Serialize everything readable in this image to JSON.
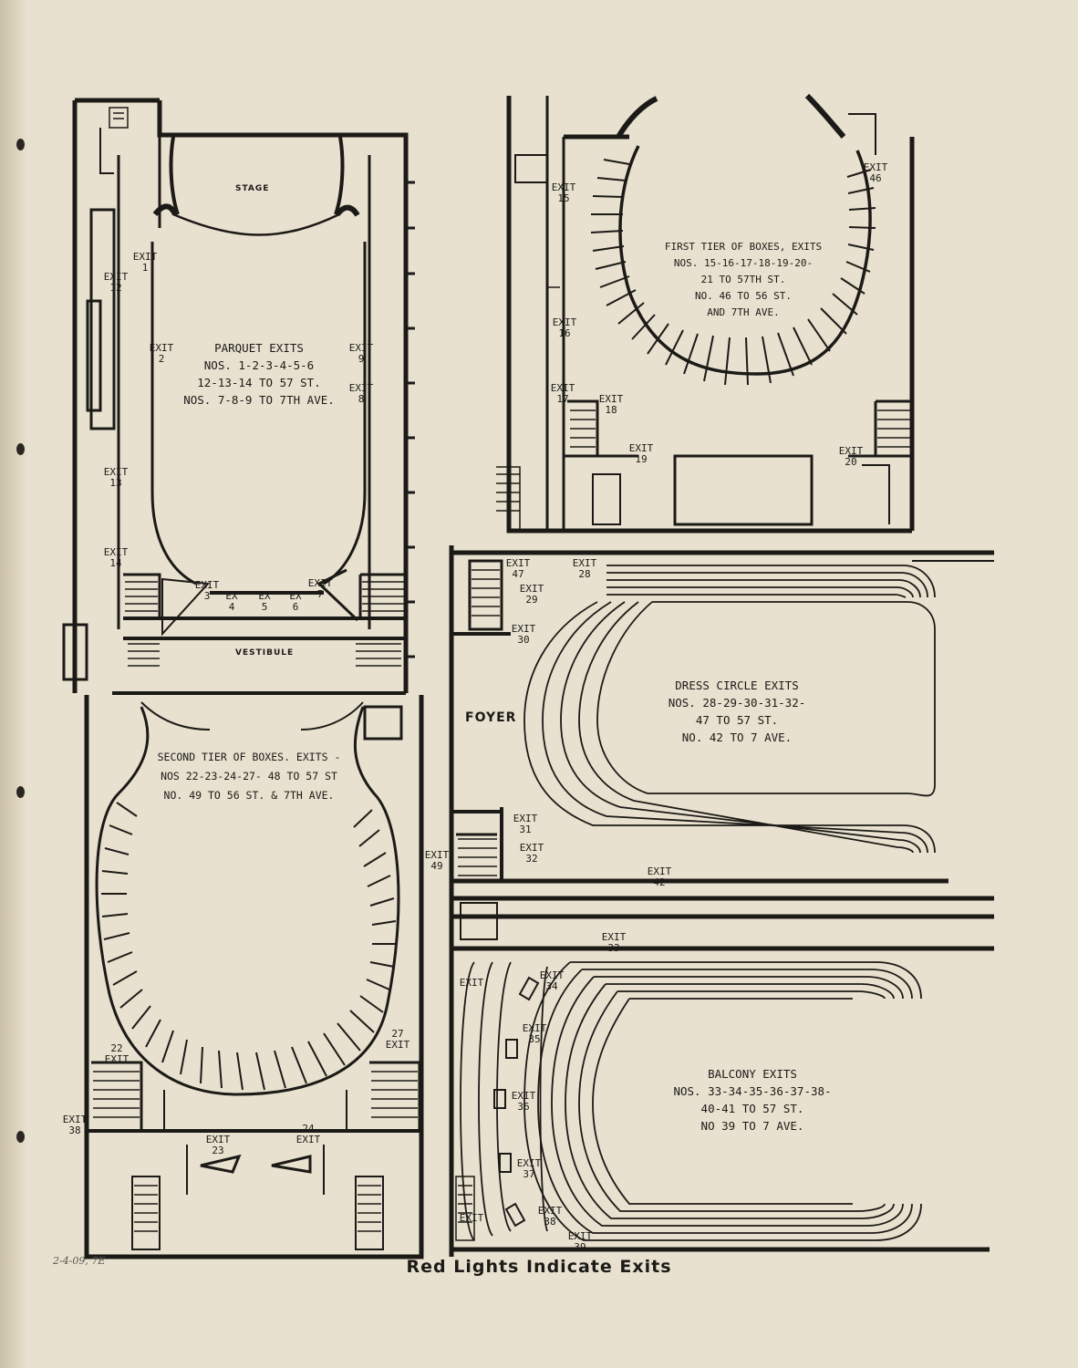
{
  "rooms": {
    "stage": "STAGE",
    "vestibule": "VESTIBULE",
    "foyer": "FOYER"
  },
  "sections": {
    "parquet": {
      "title": "PARQUET EXITS",
      "line1": "NOS. 1-2-3-4-5-6",
      "line2": "12-13-14 TO 57 ST.",
      "line3": "NOS. 7-8-9 TO 7TH AVE."
    },
    "first_tier": {
      "title": "FIRST TIER OF BOXES, EXITS",
      "line1": "NOS. 15-16-17-18-19-20-",
      "line2": "21 TO 57TH ST.",
      "line3": "NO. 46 TO 56 ST.",
      "line4": "AND 7TH AVE."
    },
    "second_tier": {
      "title": "SECOND TIER OF BOXES. EXITS -",
      "line1": "NOS 22-23-24-27- 48 TO 57 ST",
      "line2": "NO. 49 TO 56 ST. & 7TH AVE."
    },
    "dress_circle": {
      "title": "DRESS CIRCLE EXITS",
      "line1": "NOS. 28-29-30-31-32-",
      "line2": "47 TO 57 ST.",
      "line3": "NO. 42 TO 7 AVE."
    },
    "balcony": {
      "title": "BALCONY EXITS",
      "line1": "NOS. 33-34-35-36-37-38-",
      "line2": "40-41 TO 57 ST.",
      "line3": "NO 39 TO 7 AVE."
    }
  },
  "exits": {
    "e1": "EXIT 1",
    "e2": "EXIT 2",
    "e3": "EXIT 3",
    "e4": "EX 4",
    "e5": "EX 5",
    "e6": "EX 6",
    "e7": "EXIT 7",
    "e8": "EXIT 8",
    "e9": "EXIT 9",
    "e12": "EXIT 12",
    "e13": "EXIT 13",
    "e14": "EXIT 14",
    "e15": "EXIT 15",
    "e16": "EXIT 16",
    "e17": "EXIT 17",
    "e18": "EXIT 18",
    "e19": "EXIT 19",
    "e20": "EXIT 20",
    "e46": "EXIT 46",
    "e22": "22 EXIT",
    "e23": "EXIT 23",
    "e24": "24 EXIT",
    "e27": "27 EXIT",
    "e38": "EXIT 38",
    "e49": "EXIT 49",
    "e47": "EXIT 47",
    "e28": "EXIT 28",
    "e29": "EXIT 29",
    "e30": "EXIT 30",
    "e31": "EXIT 31",
    "e32": "EXIT 32",
    "e42": "EXIT 42",
    "e33": "EXIT 33",
    "eb_top": "EXIT",
    "e34": "EXIT 34",
    "e35": "EXIT 35",
    "e36": "EXIT 36",
    "e37": "EXIT 37",
    "e38b": "EXIT 38",
    "e39": "EXIT 39",
    "eb_bot": "EXIT"
  },
  "footer": "Red Lights Indicate Exits",
  "handwritten_note": "2-4-09, 7E"
}
